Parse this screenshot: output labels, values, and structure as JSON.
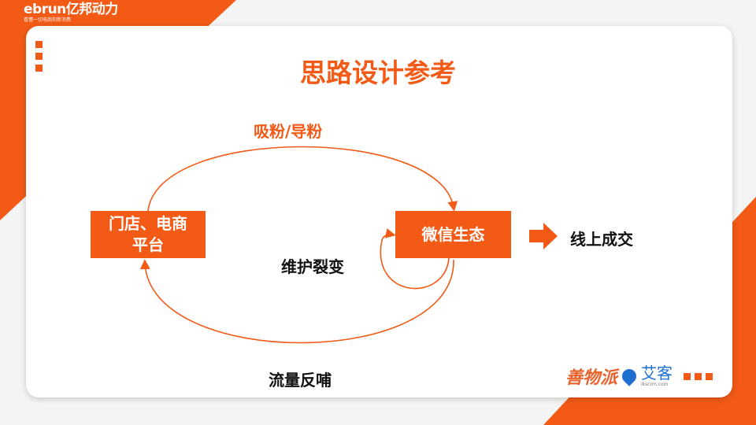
{
  "header": {
    "logo_brand": "ebrun亿邦动力",
    "logo_tagline": "看懂一切电商和新消费"
  },
  "slide": {
    "title": "思路设计参考",
    "box_left": "门店、电商\n平台",
    "box_left_line1": "门店、电商",
    "box_left_line2": "平台",
    "box_right": "微信生态",
    "label_top": "吸粉/导粉",
    "label_middle": "维护裂变",
    "label_bottom": "流量反哺",
    "label_result": "线上成交"
  },
  "footer": {
    "logo1": "善物派",
    "logo2": "艾客",
    "logo2_url": "ikscrm.com"
  },
  "colors": {
    "accent": "#f25a16",
    "aike_blue": "#1e6fd0"
  }
}
